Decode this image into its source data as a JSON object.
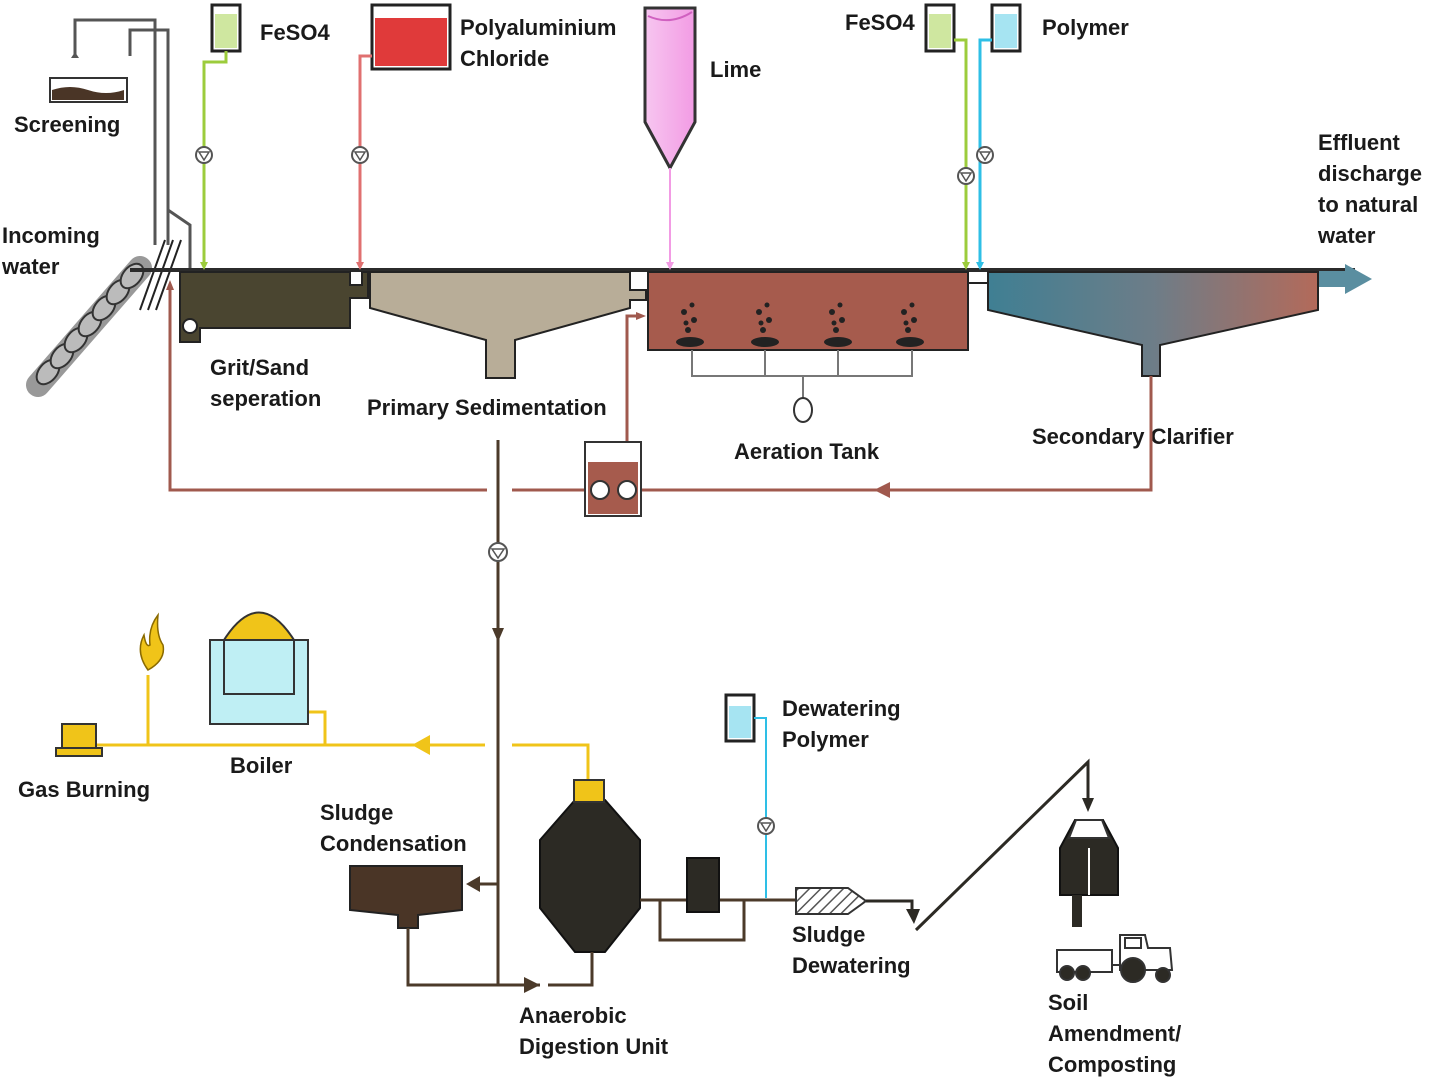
{
  "colors": {
    "background": "#ffffff",
    "main_pipe": "#2b2b2b",
    "grit_tank": "#4a4530",
    "primary_sed": "#b8ad98",
    "aeration": "#a65b4d",
    "clarifier_top": "#b36a5a",
    "clarifier_bottom": "#3f7f93",
    "feso4": "#9ccc3c",
    "pac": "#e03a3a",
    "lime": "#f29be4",
    "polymer": "#2ebfe6",
    "return_sludge": "#a0594e",
    "sludge_line": "#4b3a2a",
    "gas_line": "#f0c419",
    "boiler_body": "#bfeff4",
    "dark_vessel": "#2c2a24",
    "condenser": "#4a3526",
    "effluent_arrow": "#5a8ea0"
  },
  "labels": {
    "screening": "Screening",
    "feso4_1": "FeSO4",
    "pac_1": "Polyaluminium",
    "pac_2": "Chloride",
    "lime": "Lime",
    "feso4_2": "FeSO4",
    "polymer": "Polymer",
    "effluent_1": "Effluent",
    "effluent_2": "discharge",
    "effluent_3": "to natural",
    "effluent_4": "water",
    "incoming_1": "Incoming",
    "incoming_2": "water",
    "grit_1": "Grit/Sand",
    "grit_2": "seperation",
    "primary_sed": "Primary Sedimentation",
    "aeration_tank": "Aeration Tank",
    "secondary_clarifier": "Secondary Clarifier",
    "dewatering_polymer_1": "Dewatering",
    "dewatering_polymer_2": "Polymer",
    "boiler": "Boiler",
    "gas_burning": "Gas Burning",
    "sludge_cond_1": "Sludge",
    "sludge_cond_2": "Condensation",
    "sludge_dew_1": "Sludge",
    "sludge_dew_2": "Dewatering",
    "anaerobic_1": "Anaerobic",
    "anaerobic_2": "Digestion Unit",
    "soil_1": "Soil",
    "soil_2": "Amendment/",
    "soil_3": "Composting"
  },
  "icons": [
    "screening-icon",
    "screw-pump-icon",
    "chemical-tank-icon",
    "lime-silo-icon",
    "dosing-pump-icon",
    "aerator-icon",
    "blower-icon",
    "flame-icon",
    "gas-burner-icon",
    "boiler-icon",
    "digester-icon",
    "dewatering-screw-icon",
    "storage-silo-icon",
    "tractor-icon"
  ]
}
